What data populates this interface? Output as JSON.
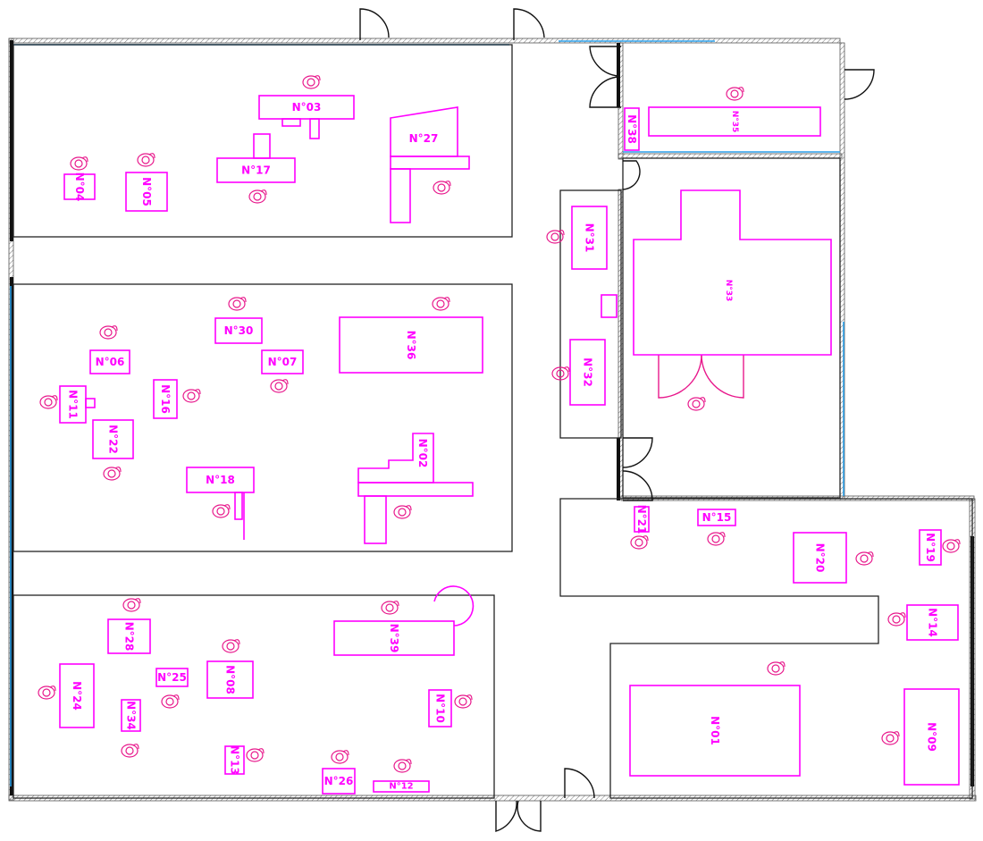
{
  "title": "Office floor plan",
  "colors": {
    "desk": "#ff00ff",
    "person": "#e8198c",
    "wall": "#222222",
    "glazing": "#2a9ee8"
  },
  "desks": [
    "N°03",
    "N°27",
    "N°17",
    "N°04",
    "N°05",
    "N°30",
    "N°36",
    "N°06",
    "N°07",
    "N°11",
    "N°16",
    "N°22",
    "N°18",
    "N°02",
    "N°31",
    "N°32",
    "N°33",
    "N°35",
    "N°38",
    "N°21",
    "N°15",
    "N°20",
    "N°19",
    "N°14",
    "N°01",
    "N°09",
    "N°28",
    "N°39",
    "N°25",
    "N°08",
    "N°24",
    "N°34",
    "N°10",
    "N°13",
    "N°26",
    "N°12"
  ]
}
